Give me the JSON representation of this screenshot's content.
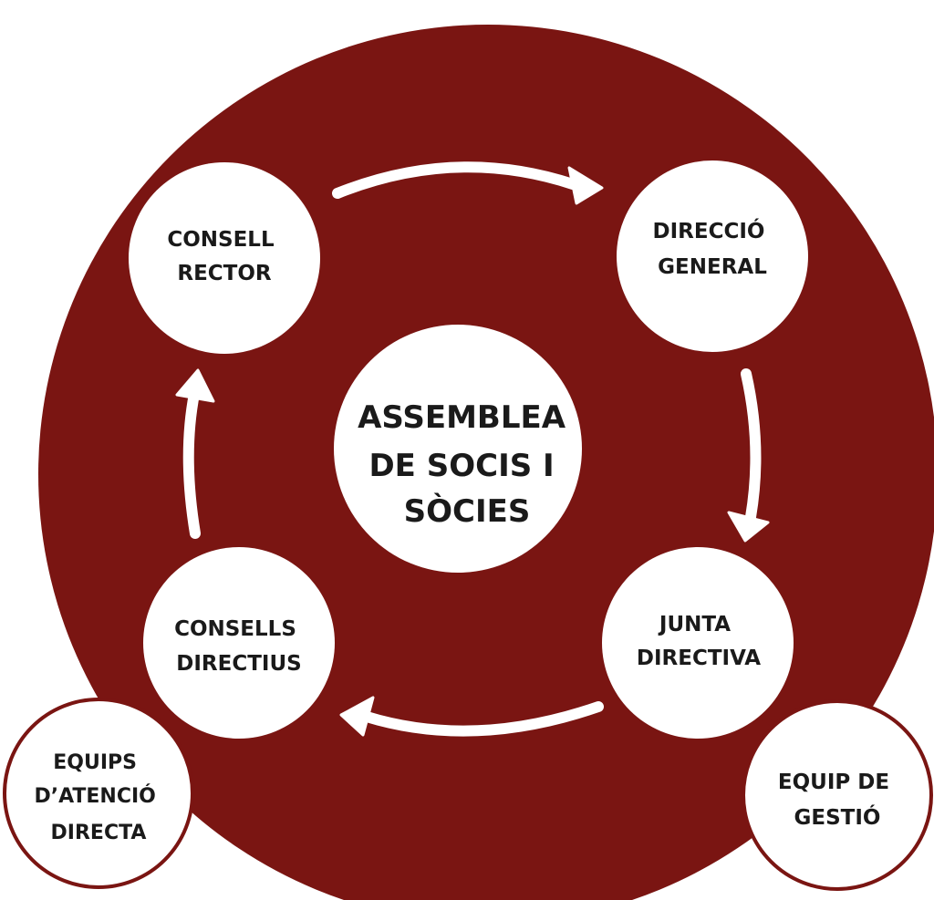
{
  "colors": {
    "background_circle": "#7a1512",
    "node_fill": "#ffffff",
    "node_border": "#7a1512",
    "arrow": "#ffffff",
    "text": "#1a1a1a"
  },
  "nodes": {
    "center": {
      "lines": [
        "ASSEMBLEA",
        "DE SOCIS I",
        "SÒCIES"
      ]
    },
    "consell_rector": {
      "lines": [
        "CONSELL",
        "RECTOR"
      ]
    },
    "direccio_general": {
      "lines": [
        "DIRECCIÓ",
        "GENERAL"
      ]
    },
    "junta_directiva": {
      "lines": [
        "JUNTA",
        "DIRECTIVA"
      ]
    },
    "consells_directius": {
      "lines": [
        "CONSELLS",
        "DIRECTIUS"
      ]
    },
    "equips_atencio": {
      "lines": [
        "EQUIPS",
        "D’ATENCIÓ",
        "DIRECTA"
      ]
    },
    "equip_gestio": {
      "lines": [
        "EQUIP DE",
        "GESTIÓ"
      ]
    }
  },
  "arrows": [
    {
      "from": "consell_rector",
      "to": "direccio_general"
    },
    {
      "from": "direccio_general",
      "to": "junta_directiva"
    },
    {
      "from": "junta_directiva",
      "to": "consells_directius"
    },
    {
      "from": "consells_directius",
      "to": "consell_rector"
    }
  ]
}
